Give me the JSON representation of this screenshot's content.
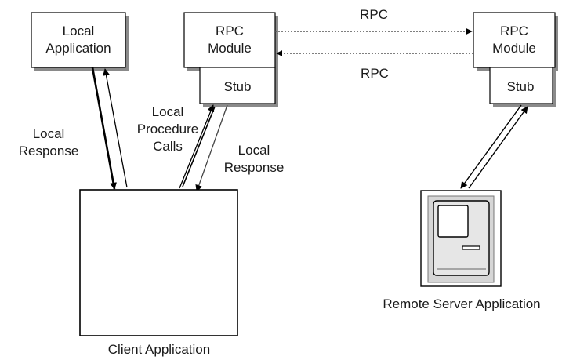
{
  "labels": {
    "local_application": [
      "Local",
      "Application"
    ],
    "rpc_module_local": [
      "RPC",
      "Module"
    ],
    "stub_local": "Stub",
    "rpc_module_remote": [
      "RPC",
      "Module"
    ],
    "stub_remote": "Stub",
    "rpc_top": "RPC",
    "rpc_bottom": "RPC",
    "local_response_left": [
      "Local",
      "Response"
    ],
    "local_procedure_calls": [
      "Local",
      "Procedure",
      "Calls"
    ],
    "local_response_right": [
      "Local",
      "Response"
    ],
    "client_application": "Client Application",
    "remote_server_application": "Remote Server Application"
  },
  "colors": {
    "line": "#000000",
    "text": "#1a1a1a",
    "shadow": "#8a8a8a",
    "dotted_line": "#555555"
  },
  "icons": {
    "server": "classic-macintosh-computer-icon"
  }
}
